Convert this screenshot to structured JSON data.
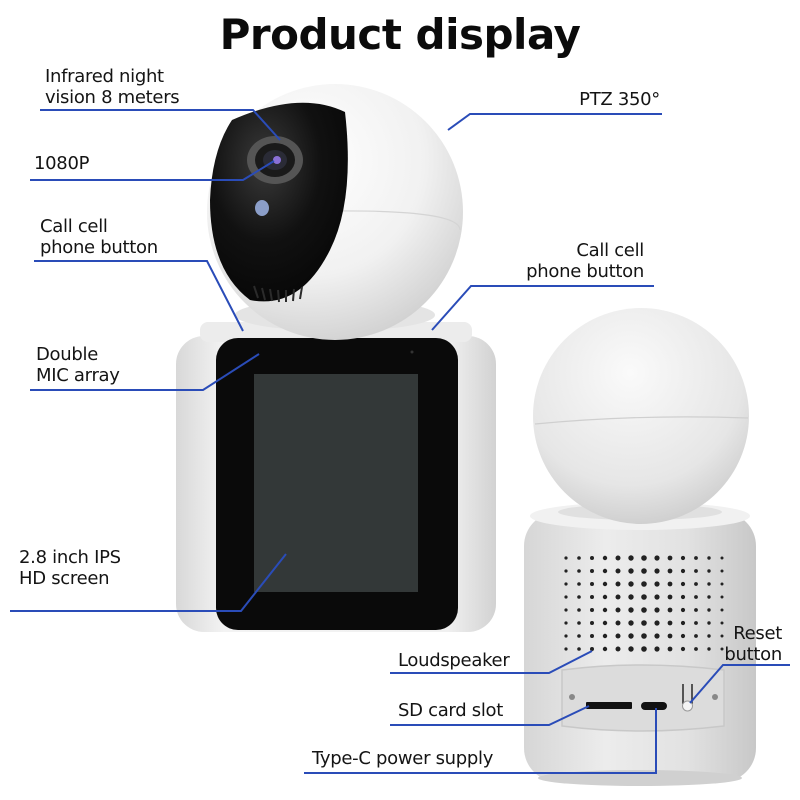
{
  "title": "Product display",
  "callouts": {
    "infrared": "Infrared night\nvision 8 meters",
    "resolution": "1080P",
    "call_button_left": "Call cell\nphone button",
    "mic": "Double\nMIC array",
    "screen": "2.8 inch IPS\nHD screen",
    "ptz": "PTZ 350°",
    "call_button_right": "Call cell\nphone button",
    "loudspeaker": "Loudspeaker",
    "reset": "Reset\nbutton",
    "sd_slot": "SD card slot",
    "type_c": "Type-C power supply"
  },
  "colors": {
    "leader_line": "#2a4cb8",
    "body_white": "#f2f2f2",
    "screen_bezel": "#0a0a0a",
    "screen_panel": "#333838"
  }
}
